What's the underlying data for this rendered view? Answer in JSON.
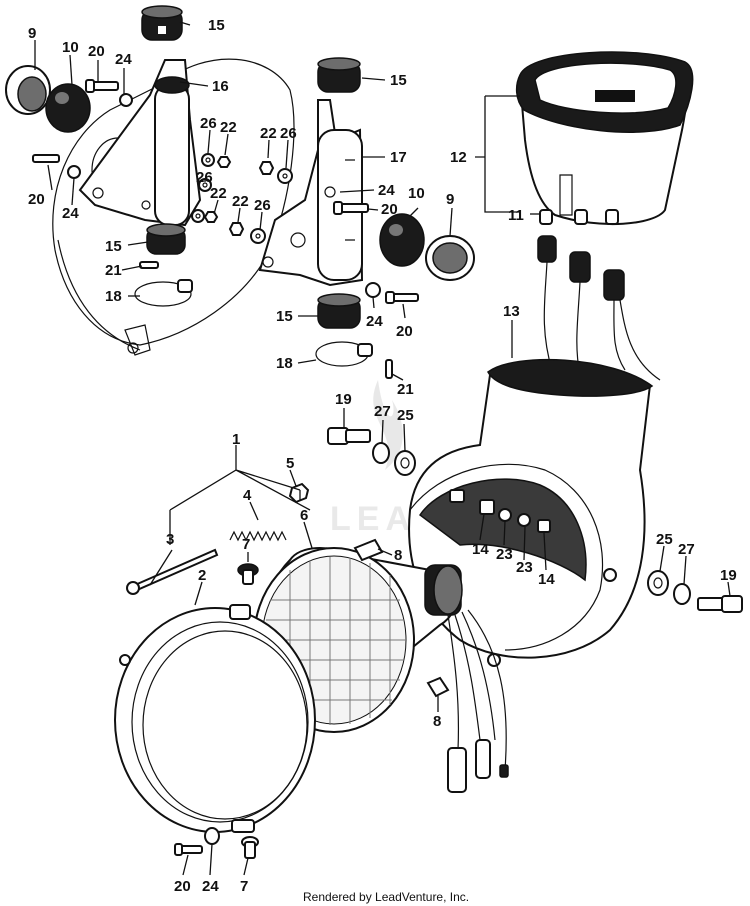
{
  "footer": "Rendered by LeadVenture, Inc.",
  "watermark": "LEADVENTURE",
  "callouts": {
    "c9a": "9",
    "c10a": "10",
    "c20a": "20",
    "c24a": "24",
    "c15a": "15",
    "c16": "16",
    "c26a": "26",
    "c22a": "22",
    "c22b": "22",
    "c26b": "26",
    "c20b": "20",
    "c24b": "24",
    "c26c": "26",
    "c22c": "22",
    "c22d": "22",
    "c26d": "26",
    "c15b": "15",
    "c21a": "21",
    "c18a": "18",
    "c15c": "15",
    "c17": "17",
    "c24c": "24",
    "c20c": "20",
    "c10b": "10",
    "c9b": "9",
    "c12": "12",
    "c11": "11",
    "c15d": "15",
    "c24d": "24",
    "c20d": "20",
    "c18b": "18",
    "c21b": "21",
    "c13": "13",
    "c19a": "19",
    "c27a": "27",
    "c25a": "25",
    "c1": "1",
    "c5": "5",
    "c4": "4",
    "c6": "6",
    "c3": "3",
    "c7a": "7",
    "c2": "2",
    "c8a": "8",
    "c14a": "14",
    "c23a": "23",
    "c23b": "23",
    "c14b": "14",
    "c25b": "25",
    "c27b": "27",
    "c19b": "19",
    "c8b": "8",
    "c20e": "20",
    "c24e": "24",
    "c7b": "7"
  }
}
